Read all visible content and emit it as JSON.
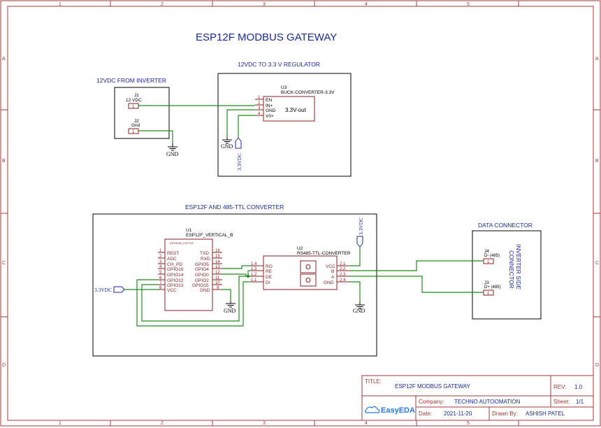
{
  "title": "ESP12F MODBUS GATEWAY",
  "zones": {
    "columns": [
      "1",
      "2",
      "3",
      "4",
      "5"
    ],
    "rows": [
      "A",
      "B",
      "C",
      "D"
    ]
  },
  "sections": {
    "input": "12VDC FROM INVERTER",
    "regulator": "12VDC TO 3.3 V REGULATOR",
    "converter": "ESP12F AND 485-TTL CONVERTER",
    "data": "DATA CONNECTOR"
  },
  "j1": {
    "ref": "J1",
    "name": "12 VDC",
    "pin": "1"
  },
  "j2": {
    "ref": "J2",
    "name": "Gnd",
    "pin": "1"
  },
  "u3": {
    "ref": "U3",
    "name": "BUCK-CONVERTER-3.3V",
    "body": "3.3V-out",
    "pins": [
      {
        "num": "1",
        "name": "EN"
      },
      {
        "num": "2",
        "name": "IN+"
      },
      {
        "num": "3",
        "name": "GND"
      },
      {
        "num": "4",
        "name": "V0+"
      }
    ]
  },
  "u1": {
    "ref": "U1",
    "name": "ESP12F_VERTICAL_B",
    "inner": "ESP8266_ESP12F",
    "left_pins": [
      {
        "num": "1",
        "name": "REST"
      },
      {
        "num": "2",
        "name": "ADC"
      },
      {
        "num": "3",
        "name": "CH_PD"
      },
      {
        "num": "4",
        "name": "GPIO16"
      },
      {
        "num": "5",
        "name": "GPIO14"
      },
      {
        "num": "6",
        "name": "GPIO12"
      },
      {
        "num": "7",
        "name": "GPIO13"
      },
      {
        "num": "8",
        "name": "VCC"
      }
    ],
    "right_pins": [
      {
        "num": "16",
        "name": "TXD"
      },
      {
        "num": "15",
        "name": "RXD"
      },
      {
        "num": "14",
        "name": "GPIO5"
      },
      {
        "num": "13",
        "name": "GPIO4"
      },
      {
        "num": "12",
        "name": "GPIO0"
      },
      {
        "num": "11",
        "name": "GPIO2"
      },
      {
        "num": "10",
        "name": "GPIO15"
      },
      {
        "num": "9",
        "name": "GND"
      }
    ]
  },
  "u2": {
    "ref": "U2",
    "name": "RS485-TTL-CONVERTER",
    "left_pins": [
      {
        "num": "1.4",
        "name": "RO"
      },
      {
        "num": "1.3",
        "name": "RE"
      },
      {
        "num": "1.2",
        "name": "DE"
      },
      {
        "num": "1.1",
        "name": "DI"
      }
    ],
    "right_pins": [
      {
        "num": "2.1",
        "name": "VCC"
      },
      {
        "num": "2.2",
        "name": "B"
      },
      {
        "num": "2.3",
        "name": "A"
      },
      {
        "num": "2.4",
        "name": "GND"
      }
    ]
  },
  "j4": {
    "ref": "J4",
    "name": "D- (485)",
    "pin": "1"
  },
  "j3": {
    "ref": "J3",
    "name": "D+ (485)",
    "pin": "1"
  },
  "inverter_label": [
    "INVERTER SIDE",
    "CONNECTOR"
  ],
  "nets": {
    "gnd": "GND",
    "v33": "3.3VDC"
  },
  "titleblock": {
    "title_label": "TITLE:",
    "title_value": "ESP12F MODBUS GATEWAY",
    "rev_label": "REV:",
    "rev_value": "1.0",
    "company_label": "Company:",
    "company_value": "TECHNO AUTOOMATION",
    "sheet_label": "Sheet:",
    "sheet_value": "1/1",
    "date_label": "Date:",
    "date_value": "2021-11-20",
    "drawn_label": "Drawn By:",
    "drawn_value": "ASHISH PATEL",
    "logo_text": "EasyEDA"
  }
}
